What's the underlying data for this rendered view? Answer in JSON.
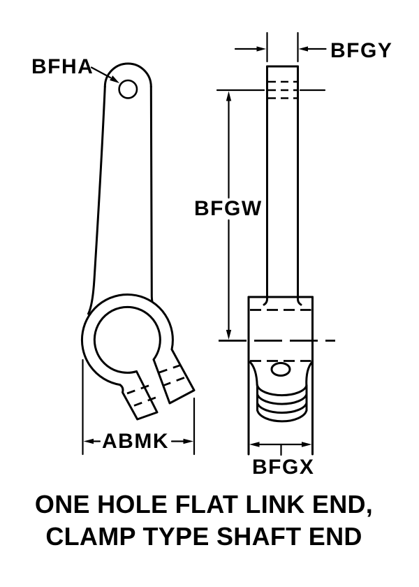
{
  "drawing": {
    "labels": {
      "bfha": "BFHA",
      "bfgy": "BFGY",
      "bfgw": "BFGW",
      "abmk": "ABMK",
      "bfgx": "BFGX"
    },
    "title": {
      "line1": "ONE HOLE FLAT LINK END,",
      "line2": "CLAMP TYPE SHAFT END"
    },
    "colors": {
      "line": "#000000",
      "background": "#ffffff"
    }
  }
}
